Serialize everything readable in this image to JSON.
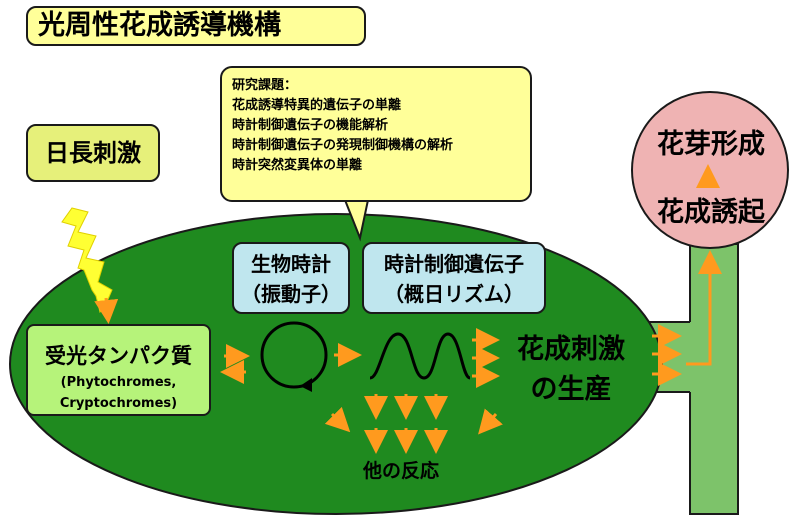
{
  "title": "光周性花成誘導機構",
  "day_length": "日長刺激",
  "receptor": {
    "name": "受光タンパク質",
    "sub1": "(Phytochromes,",
    "sub2": "Cryptochromes)"
  },
  "biological_clock": {
    "line1": "生物時計",
    "line2": "（振動子）"
  },
  "clock_genes": {
    "line1": "時計制御遺伝子",
    "line2": "（概日リズム）"
  },
  "research_topics": {
    "heading": "研究課題：",
    "items": [
      "花成誘導特異的遺伝子の単離",
      "時計制御遺伝子の機能解析",
      "時計制御遺伝子の発現制御機構の解析",
      "時計突然変異体の単離"
    ]
  },
  "flower_stimulus": {
    "line1": "花成刺激",
    "line2": "の生産"
  },
  "other_responses": "他の反応",
  "flower_bud": {
    "line1": "花芽形成",
    "line2": "花成誘起"
  },
  "colors": {
    "leaf": "#1f8a1f",
    "stem": "#7dc36a",
    "bud": "#efb3b3",
    "arrow": "#ff9a1e",
    "lightning": "#ffff33",
    "title_bg": "#ffff99",
    "box_blue": "#bfe6ee",
    "receptor_bg": "#b6f37a"
  }
}
